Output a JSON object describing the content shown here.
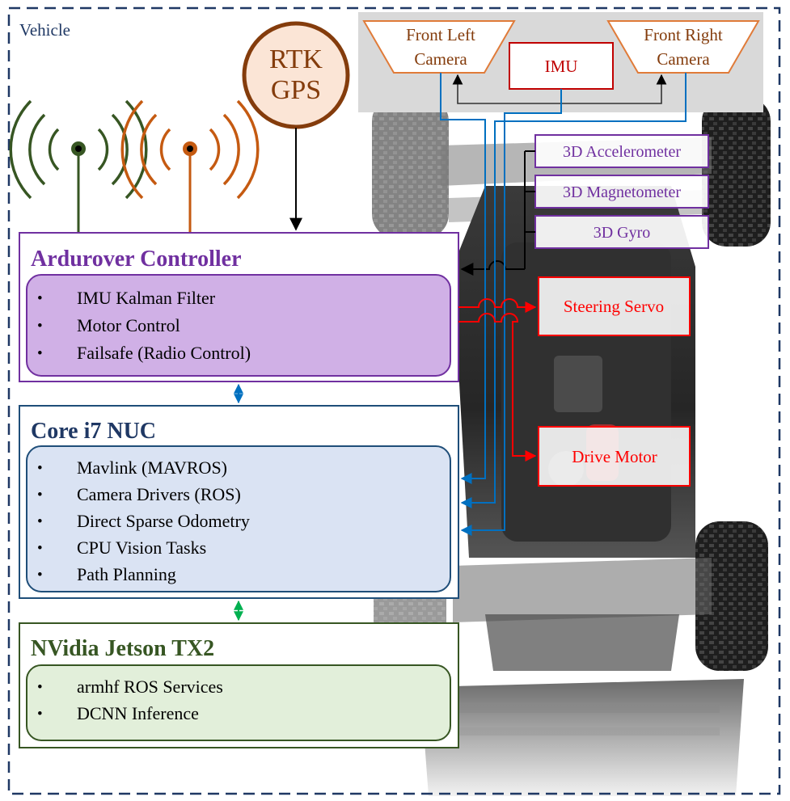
{
  "vehicle_label": "Vehicle",
  "gps": {
    "line1": "RTK",
    "line2": "GPS"
  },
  "cameras": {
    "front_left": {
      "line1": "Front Left",
      "line2": "Camera"
    },
    "front_right": {
      "line1": "Front Right",
      "line2": "Camera"
    }
  },
  "imu": {
    "label": "IMU",
    "sensors": [
      "3D Accelerometer",
      "3D Magnetometer",
      "3D Gyro"
    ]
  },
  "actuators": {
    "steering": "Steering Servo",
    "drive": "Drive Motor"
  },
  "ardurover": {
    "title": "Ardurover Controller",
    "items": [
      "IMU Kalman Filter",
      "Motor Control",
      "Failsafe (Radio Control)"
    ]
  },
  "nuc": {
    "title": "Core i7 NUC",
    "items": [
      "Mavlink (MAVROS)",
      "Camera Drivers (ROS)",
      "Direct Sparse Odometry",
      "CPU Vision Tasks",
      "Path Planning"
    ]
  },
  "jetson": {
    "title": "NVidia Jetson TX2",
    "items": [
      "armhf ROS Services",
      "DCNN Inference"
    ]
  },
  "bullet": "•",
  "colors": {
    "border_blue": "#1f3864",
    "ardurover": "#7030a0",
    "ardurover_fill": "#d0b0e6",
    "nuc": "#1f4e79",
    "nuc_fill": "#dae3f3",
    "jetson": "#375623",
    "jetson_fill": "#e2efda",
    "camera_orange": "#e07b39",
    "imu_red": "#c00000",
    "actuator_red": "#ff0000",
    "wire_blue": "#0070c0",
    "antenna_green": "#375623",
    "antenna_orange": "#c55a11",
    "gps_fill": "#fbe5d6",
    "gps_stroke": "#843c0c",
    "link_green": "#00b050"
  }
}
